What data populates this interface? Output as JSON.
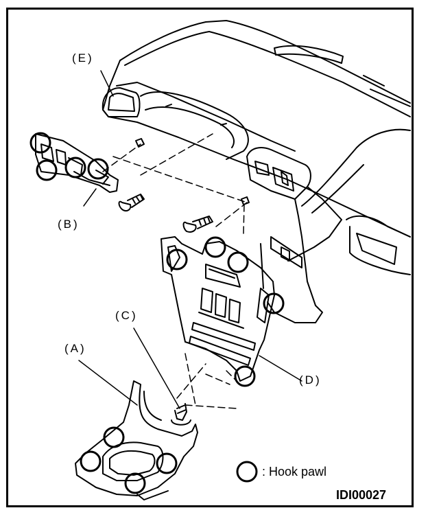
{
  "labels": {
    "a": "(A)",
    "b": "(B)",
    "c": "(C)",
    "d": "(D)",
    "e": "(E)"
  },
  "legend": {
    "symbol_icon": "circle-outline",
    "text": ": Hook pawl"
  },
  "figure_code": "IDI00027"
}
